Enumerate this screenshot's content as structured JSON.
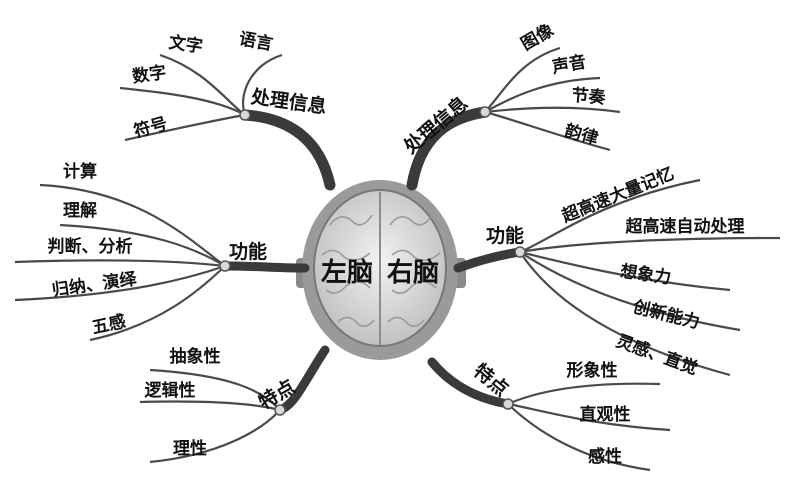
{
  "center": {
    "title": "左脑 右脑"
  },
  "left": {
    "process": {
      "label": "处理信息",
      "items": [
        "文字",
        "语言",
        "数字",
        "符号"
      ]
    },
    "function": {
      "label": "功能",
      "items": [
        "计算",
        "理解",
        "判断、分析",
        "归纳、演绎",
        "五感"
      ]
    },
    "trait": {
      "label": "特点",
      "items": [
        "抽象性",
        "逻辑性",
        "理性"
      ]
    }
  },
  "right": {
    "process": {
      "label": "处理信息",
      "items": [
        "图像",
        "声音",
        "节奏",
        "韵律"
      ]
    },
    "function": {
      "label": "功能",
      "items": [
        "超高速大量记忆",
        "超高速自动处理",
        "想象力",
        "创新能力",
        "灵感、直觉"
      ]
    },
    "trait": {
      "label": "特点",
      "items": [
        "形象性",
        "直观性",
        "感性"
      ]
    }
  }
}
